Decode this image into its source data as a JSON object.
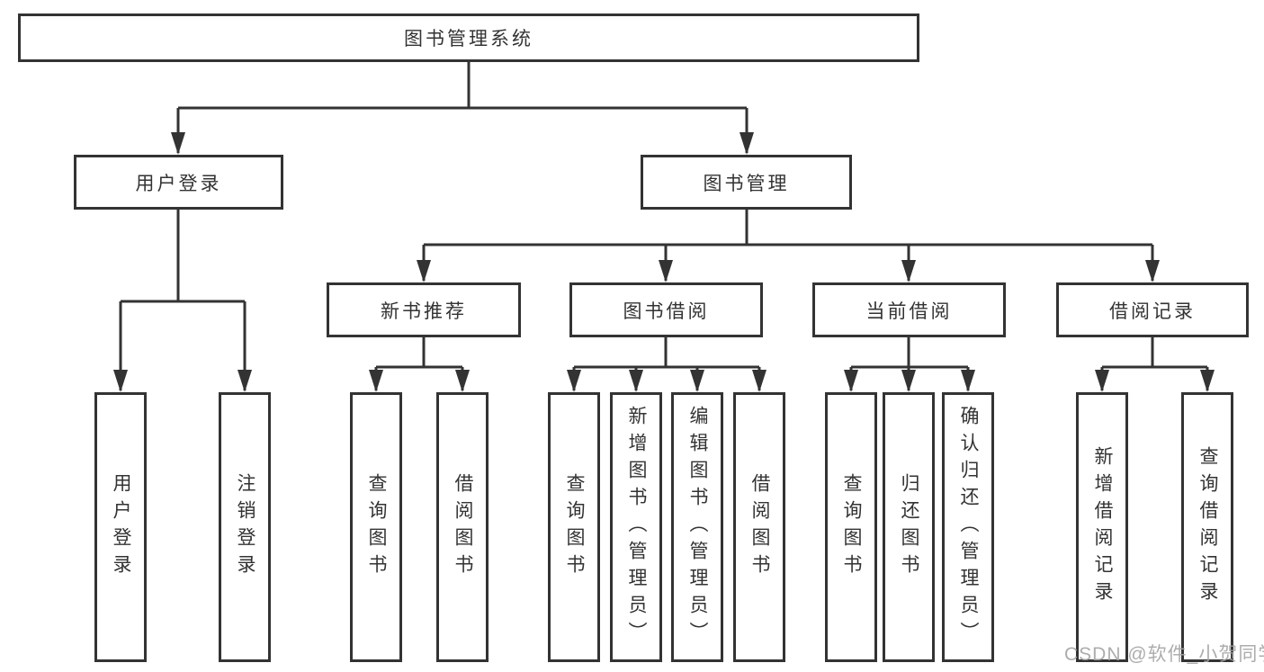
{
  "diagram_type": "hierarchy-tree",
  "colors": {
    "line": "#333333",
    "node_border": "#333333",
    "node_text": "#333333",
    "background": "#ffffff",
    "watermark_text": "#a4a4a4"
  },
  "tree": {
    "label": "图书管理系统",
    "children": [
      {
        "label": "用户登录",
        "children": [
          {
            "label": "用户登录"
          },
          {
            "label": "注销登录"
          }
        ]
      },
      {
        "label": "图书管理",
        "children": [
          {
            "label": "新书推荐",
            "children": [
              {
                "label": "查询图书"
              },
              {
                "label": "借阅图书"
              }
            ]
          },
          {
            "label": "图书借阅",
            "children": [
              {
                "label": "查询图书"
              },
              {
                "label": "新增图书（管理员）"
              },
              {
                "label": "编辑图书（管理员）"
              },
              {
                "label": "借阅图书"
              }
            ]
          },
          {
            "label": "当前借阅",
            "children": [
              {
                "label": "查询图书"
              },
              {
                "label": "归还图书"
              },
              {
                "label": "确认归还（管理员）"
              }
            ]
          },
          {
            "label": "借阅记录",
            "children": [
              {
                "label": "新增借阅记录"
              },
              {
                "label": "查询借阅记录"
              }
            ]
          }
        ]
      }
    ]
  },
  "watermark": {
    "text": "CSDN @软件_小贺同学"
  }
}
